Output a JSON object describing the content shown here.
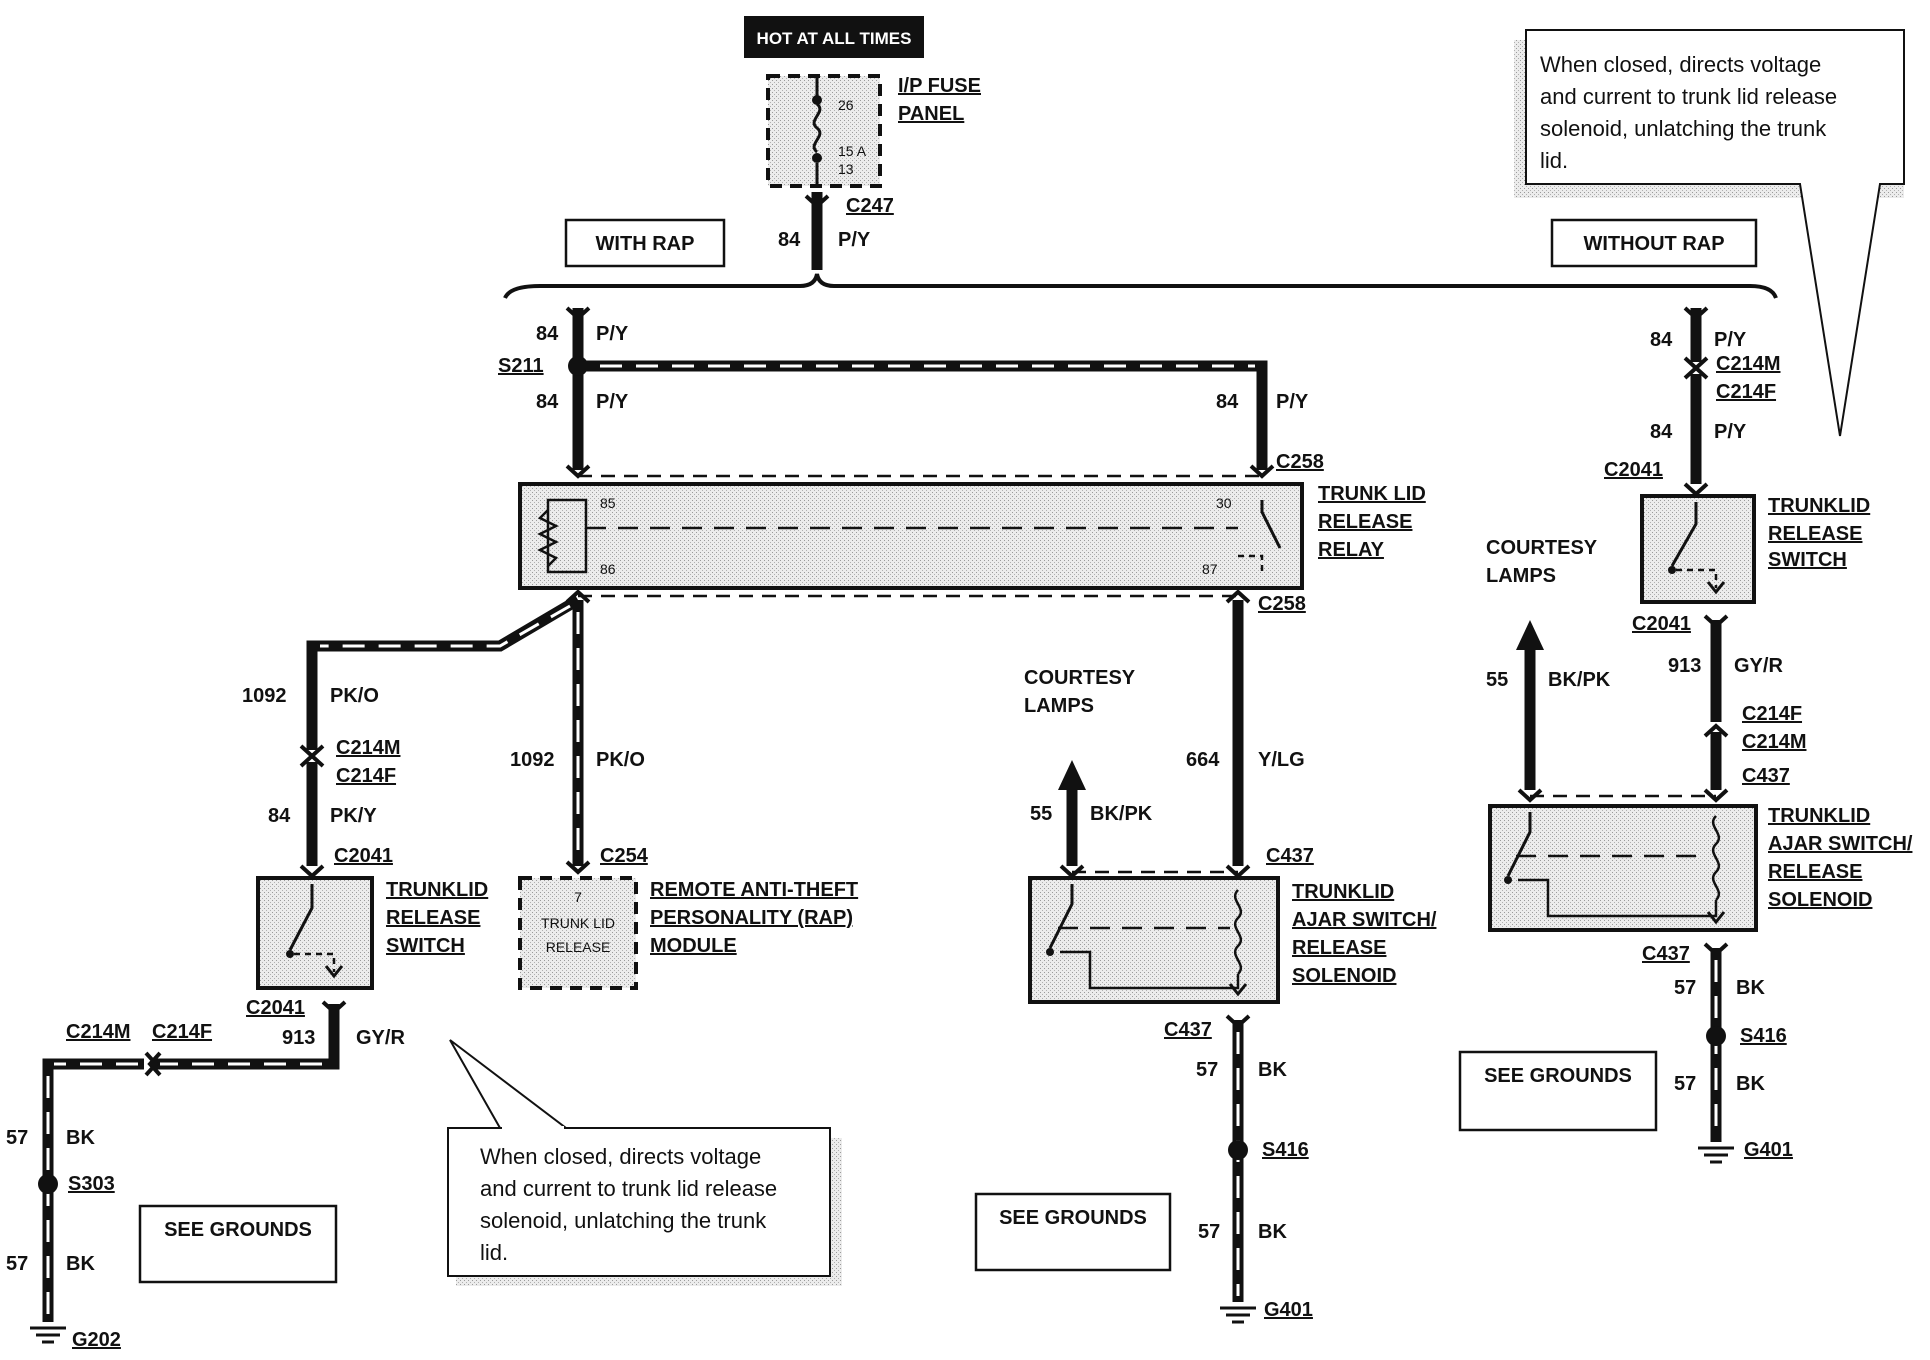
{
  "fuse": {
    "banner": "HOT AT ALL TIMES",
    "name": [
      "I/P FUSE",
      "PANEL"
    ],
    "pin_top": "26",
    "rating": "15 A",
    "pin_bottom": "13",
    "connector": "C247"
  },
  "feed": {
    "circuit": "84",
    "color": "P/Y"
  },
  "sections": {
    "with": "WITH RAP",
    "without": "WITHOUT RAP"
  },
  "with_rap": {
    "splice": "S211",
    "w1": {
      "circuit": "84",
      "color": "P/Y"
    },
    "w2": {
      "circuit": "84",
      "color": "P/Y"
    },
    "w3": {
      "circuit": "84",
      "color": "P/Y"
    },
    "relay": {
      "name": [
        "TRUNK LID",
        "RELEASE",
        "RELAY"
      ],
      "pins": [
        "85",
        "86",
        "30",
        "87"
      ],
      "conn_top": "C258",
      "conn_bottom": "C258"
    },
    "pko_left": {
      "circuit": "1092",
      "color": "PK/O"
    },
    "pko_mid": {
      "circuit": "1092",
      "color": "PK/O"
    },
    "conn_m": "C214M",
    "conn_f": "C214F",
    "pky": {
      "circuit": "84",
      "color": "PK/Y"
    },
    "switch": {
      "name": [
        "TRUNKLID",
        "RELEASE",
        "SWITCH"
      ],
      "conn_top": "C2041",
      "conn_bottom": "C2041"
    },
    "gyr": {
      "circuit": "913",
      "color": "GY/R"
    },
    "ground_conn_m": "C214M",
    "ground_conn_f": "C214F",
    "g1": {
      "circuit": "57",
      "color": "BK"
    },
    "g2": {
      "circuit": "57",
      "color": "BK"
    },
    "splice_ground": "S303",
    "ground": "G202",
    "see_grounds": "SEE GROUNDS",
    "rap": {
      "connector": "C254",
      "pin": "7",
      "pin_label": [
        "TRUNK LID",
        "RELEASE"
      ],
      "name": [
        "REMOTE ANTI-THEFT",
        "PERSONALITY (RAP)",
        "MODULE"
      ]
    },
    "ylg": {
      "circuit": "664",
      "color": "Y/LG"
    },
    "courtesy": [
      "COURTESY",
      "LAMPS"
    ],
    "bkpk": {
      "circuit": "55",
      "color": "BK/PK"
    },
    "solenoid": {
      "name": [
        "TRUNKLID",
        "AJAR SWITCH/",
        "RELEASE",
        "SOLENOID"
      ],
      "conn_top": "C437",
      "conn_bottom": "C437"
    },
    "sg1": {
      "circuit": "57",
      "color": "BK"
    },
    "sg2": {
      "circuit": "57",
      "color": "BK"
    },
    "splice_sol": "S416",
    "ground_sol": "G401",
    "see_grounds2": "SEE GROUNDS",
    "note": [
      "When  closed,  directs  voltage",
      "and current to trunk lid release",
      "solenoid,  unlatching  the  trunk",
      "lid."
    ]
  },
  "without_rap": {
    "w1": {
      "circuit": "84",
      "color": "P/Y"
    },
    "conn_m": "C214M",
    "conn_f": "C214F",
    "w2": {
      "circuit": "84",
      "color": "P/Y"
    },
    "switch": {
      "name": [
        "TRUNKLID",
        "RELEASE",
        "SWITCH"
      ],
      "conn_top": "C2041",
      "conn_bottom": "C2041"
    },
    "gyr": {
      "circuit": "913",
      "color": "GY/R"
    },
    "conn_f2": "C214F",
    "conn_m2": "C214M",
    "courtesy": [
      "COURTESY",
      "LAMPS"
    ],
    "bkpk": {
      "circuit": "55",
      "color": "BK/PK"
    },
    "solenoid": {
      "name": [
        "TRUNKLID",
        "AJAR SWITCH/",
        "RELEASE",
        "SOLENOID"
      ],
      "conn_top": "C437",
      "conn_bottom": "C437"
    },
    "g1": {
      "circuit": "57",
      "color": "BK"
    },
    "g2": {
      "circuit": "57",
      "color": "BK"
    },
    "splice": "S416",
    "ground": "G401",
    "see_grounds": "SEE GROUNDS",
    "note": [
      "When  closed,  directs  voltage",
      "and  current  to  trunk  lid  release",
      "solenoid,  unlatching  the  trunk",
      "lid."
    ]
  }
}
